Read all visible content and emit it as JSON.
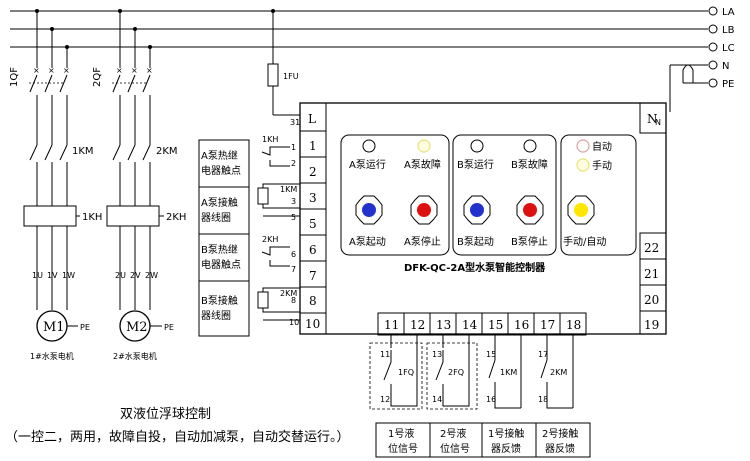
{
  "power_lines": {
    "la": "LA",
    "lb": "LB",
    "lc": "LC",
    "n": "N",
    "pe": "PE"
  },
  "fuse": {
    "label": "1FU"
  },
  "breakers": {
    "q1": "1QF",
    "q2": "2QF"
  },
  "contactors": {
    "km1": "1KM",
    "km2": "2KM"
  },
  "thermal": {
    "kh1": "1KH",
    "kh2": "2KH"
  },
  "motor1": {
    "symbol": "M1",
    "pe": "PE",
    "u": "1U",
    "v": "1V",
    "w": "1W",
    "caption": "1#水泵电机"
  },
  "motor2": {
    "symbol": "M2",
    "pe": "PE",
    "u": "2U",
    "v": "2V",
    "w": "2W",
    "caption": "2#水泵电机"
  },
  "left_labels": [
    {
      "line1": "A泵热继",
      "line2": "电器触点"
    },
    {
      "line1": "A泵接触",
      "line2": "器线圈"
    },
    {
      "line1": "B泵热继",
      "line2": "电器触点"
    },
    {
      "line1": "B泵接触",
      "line2": "器线圈"
    }
  ],
  "left_components": {
    "kh1": "1KH",
    "km1": "1KM",
    "kh2": "2KH",
    "km2": "2KM"
  },
  "small_terminals": {
    "t31": "31",
    "t1": "1",
    "t2": "2",
    "t3": "3",
    "t5": "5",
    "t6": "6",
    "t7": "7",
    "t8": "8",
    "t10": "10",
    "tn": "N"
  },
  "controller": {
    "left_terminals": [
      "L",
      "1",
      "2",
      "3",
      "5",
      "6",
      "7",
      "8",
      "10"
    ],
    "right_terminals": [
      "N",
      "22",
      "21",
      "20",
      "19"
    ],
    "bottom_terminals": [
      "11",
      "12",
      "13",
      "14",
      "15",
      "16",
      "17",
      "18"
    ],
    "title": "DFK-QC-2A型水泵智能控制器",
    "pump_a": {
      "run": "A泵运行",
      "fault": "A泵故障",
      "start": "A泵起动",
      "stop": "A泵停止"
    },
    "pump_b": {
      "run": "B泵运行",
      "fault": "B泵故障",
      "start": "B泵起动",
      "stop": "B泵停止"
    },
    "mode": {
      "auto": "自动",
      "manual": "手动",
      "switch": "手动/自动"
    }
  },
  "bottom_devices": {
    "fq1": "1FQ",
    "fq2": "2FQ",
    "km1": "1KM",
    "km2": "2KM",
    "n11": "11",
    "n12": "12",
    "n13": "13",
    "n14": "14",
    "n15": "15",
    "n16": "16",
    "n17": "17",
    "n18": "18"
  },
  "signal_table": [
    {
      "line1": "1号液",
      "line2": "位信号"
    },
    {
      "line1": "2号液",
      "line2": "位信号"
    },
    {
      "line1": "1号接触",
      "line2": "器反馈"
    },
    {
      "line1": "2号接触",
      "line2": "器反馈"
    }
  ],
  "description": {
    "title": "双液位浮球控制",
    "subtitle": "（一控二，两用，故障自投，自动加减泵，自动交替运行。）"
  },
  "colors": {
    "blue_button": "#2233cc",
    "red_button": "#dd1111",
    "yellow_button": "#ffe600",
    "fault_led": "#e8e27a",
    "auto_led": "#d9a3a3"
  }
}
